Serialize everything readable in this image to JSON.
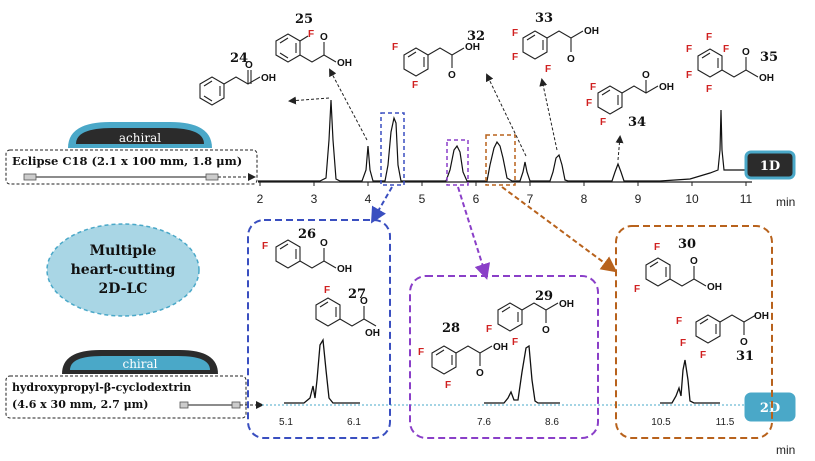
{
  "colors": {
    "blue": "#3a4fc0",
    "purple": "#8a3fc8",
    "brown": "#b8621c",
    "badge": "#4aa8c8",
    "badge_dark": "#2b2b2b",
    "ellipse": "#a9d6e5",
    "fluor": "#d02020"
  },
  "achiral_badge": "achiral",
  "chiral_badge": "chiral",
  "column1": "Eclipse C18 (2.1 x 100 mm, 1.8 μm)",
  "column2_line1": "hydroxypropyl-β-cyclodextrin",
  "column2_line2": "(4.6 x 30 mm, 2.7 μm)",
  "dim1": "1D",
  "dim2": "2D",
  "center_line1": "Multiple",
  "center_line2": "heart-cutting",
  "center_line3": "2D-LC",
  "unit_top": "min",
  "unit_bottom": "min",
  "top_ticks": [
    "2",
    "3",
    "4",
    "5",
    "6",
    "7",
    "8",
    "9",
    "10",
    "11"
  ],
  "box1_ticks": [
    "5.1",
    "6.1"
  ],
  "box2_ticks": [
    "7.6",
    "8.6"
  ],
  "box3_ticks": [
    "10.5",
    "11.5"
  ],
  "atoms": {
    "F": "F",
    "OH": "OH",
    "O": "O"
  },
  "compounds": [
    "24",
    "25",
    "32",
    "33",
    "34",
    "35",
    "26",
    "27",
    "28",
    "29",
    "30",
    "31"
  ]
}
